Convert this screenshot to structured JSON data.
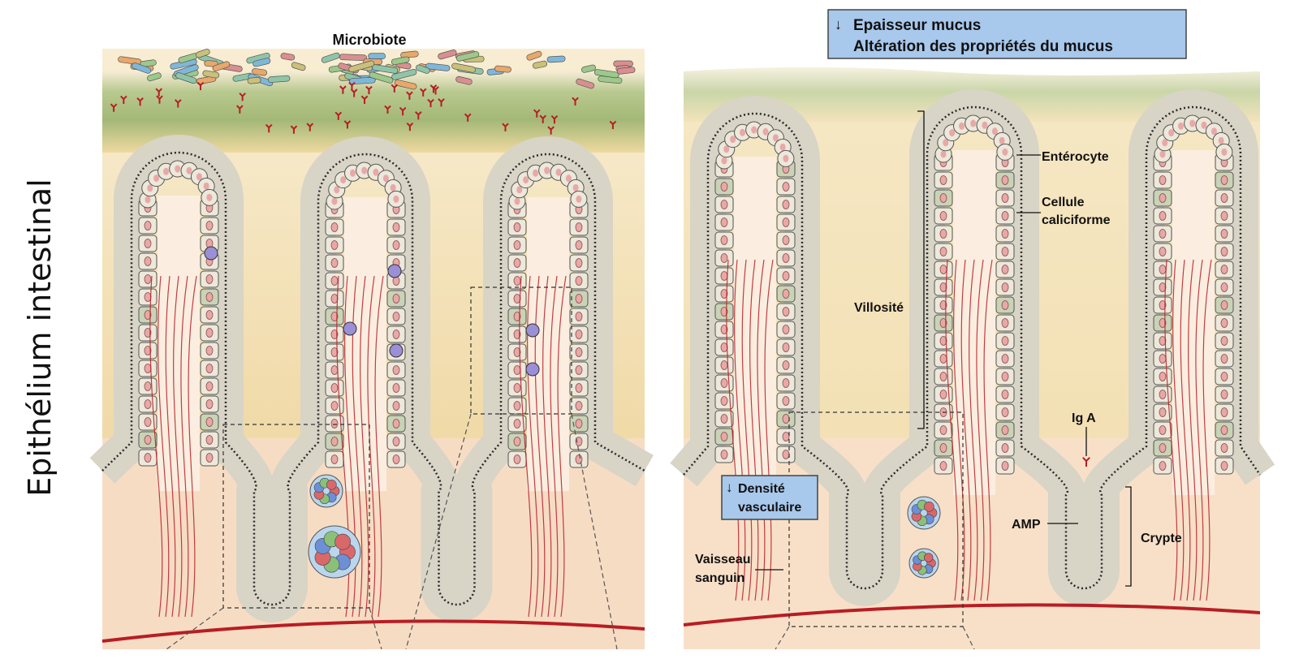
{
  "side_label": "Epithélium intestinal",
  "left_panel": {
    "microbiota_label": "Microbiote"
  },
  "right_panel": {
    "mucus_box": {
      "line1": "Epaisseur mucus",
      "line2": "Altération des propriétés du mucus",
      "arrow": "↓"
    },
    "vascular_box": {
      "line1": "Densité",
      "line2": "vasculaire",
      "arrow": "↓"
    },
    "labels": {
      "enterocyte": "Entérocyte",
      "goblet_1": "Cellule",
      "goblet_2": "caliciforme",
      "villus": "Villosité",
      "iga": "Ig A",
      "amp": "AMP",
      "crypt": "Crypte",
      "vessel_1": "Vaisseau",
      "vessel_2": "sanguin"
    }
  },
  "colors": {
    "lumen": "#f3d9a2",
    "tissue": "#f7ddc6",
    "mucus_band": "#a9be7e",
    "cell_fill": "#ece8da",
    "nucleus": "#e8a8a8",
    "vessel": "#b81d24",
    "box_fill": "#a8c8ec",
    "box_stroke": "#444444"
  }
}
